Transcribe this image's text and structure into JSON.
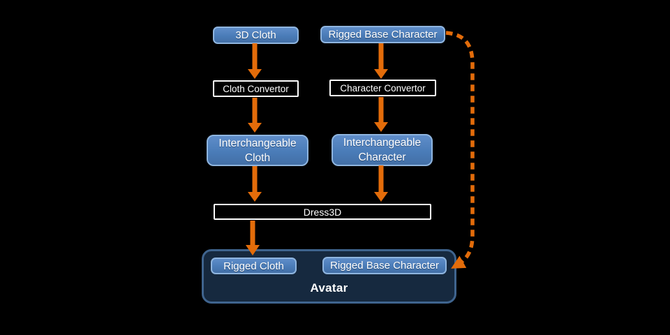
{
  "colors": {
    "background": "#000000",
    "node_fill": "#4F81BD",
    "node_border": "#8FB5DF",
    "converter_fill": "#000000",
    "converter_border": "#FFFFFF",
    "arrow": "#E36C0A",
    "avatar_fill": "#16293F",
    "avatar_border": "#3F648E",
    "text": "#FFFFFF"
  },
  "nodes": {
    "cloth_3d": "3D Cloth",
    "rigged_base_character_top": "Rigged Base Character",
    "cloth_convertor": "Cloth Convertor",
    "character_convertor": "Character Convertor",
    "interchangeable_cloth": "Interchangeable Cloth",
    "interchangeable_character": "Interchangeable Character",
    "dress3d": "Dress3D",
    "rigged_cloth": "Rigged Cloth",
    "rigged_base_character_bottom": "Rigged Base Character",
    "avatar": "Avatar"
  }
}
